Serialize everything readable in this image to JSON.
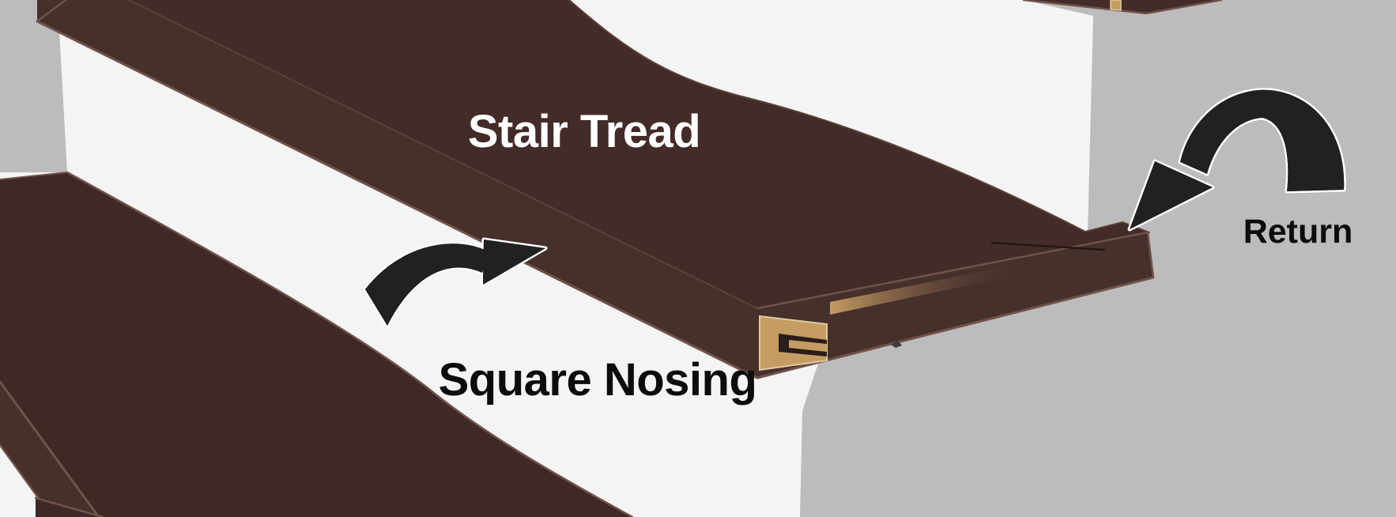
{
  "figure": {
    "type": "stair-parts-illustration",
    "labels": {
      "stair_tread": "Stair Tread",
      "square_nosing": "Square Nosing",
      "return_part": "Return"
    },
    "colors": {
      "background": "#bdbcbc",
      "riser_white": "#f5f4f4",
      "tread_top": "#422b28",
      "tread_front": "#46302c",
      "tread_lower": "#3e2926",
      "edge_highlight": "#71524a",
      "edge_soft": "#5a413a",
      "end_grain": "#c59c64",
      "end_grain_light": "#e0cb9f",
      "groove_dark": "#2b1d18",
      "seam_dark": "#241713",
      "speck": "#3c3c3c",
      "arrow_fill": "#232021",
      "arrow_outline": "#ffffff",
      "label_dark": "#0c0c0c",
      "label_light": "#ffffff"
    }
  }
}
